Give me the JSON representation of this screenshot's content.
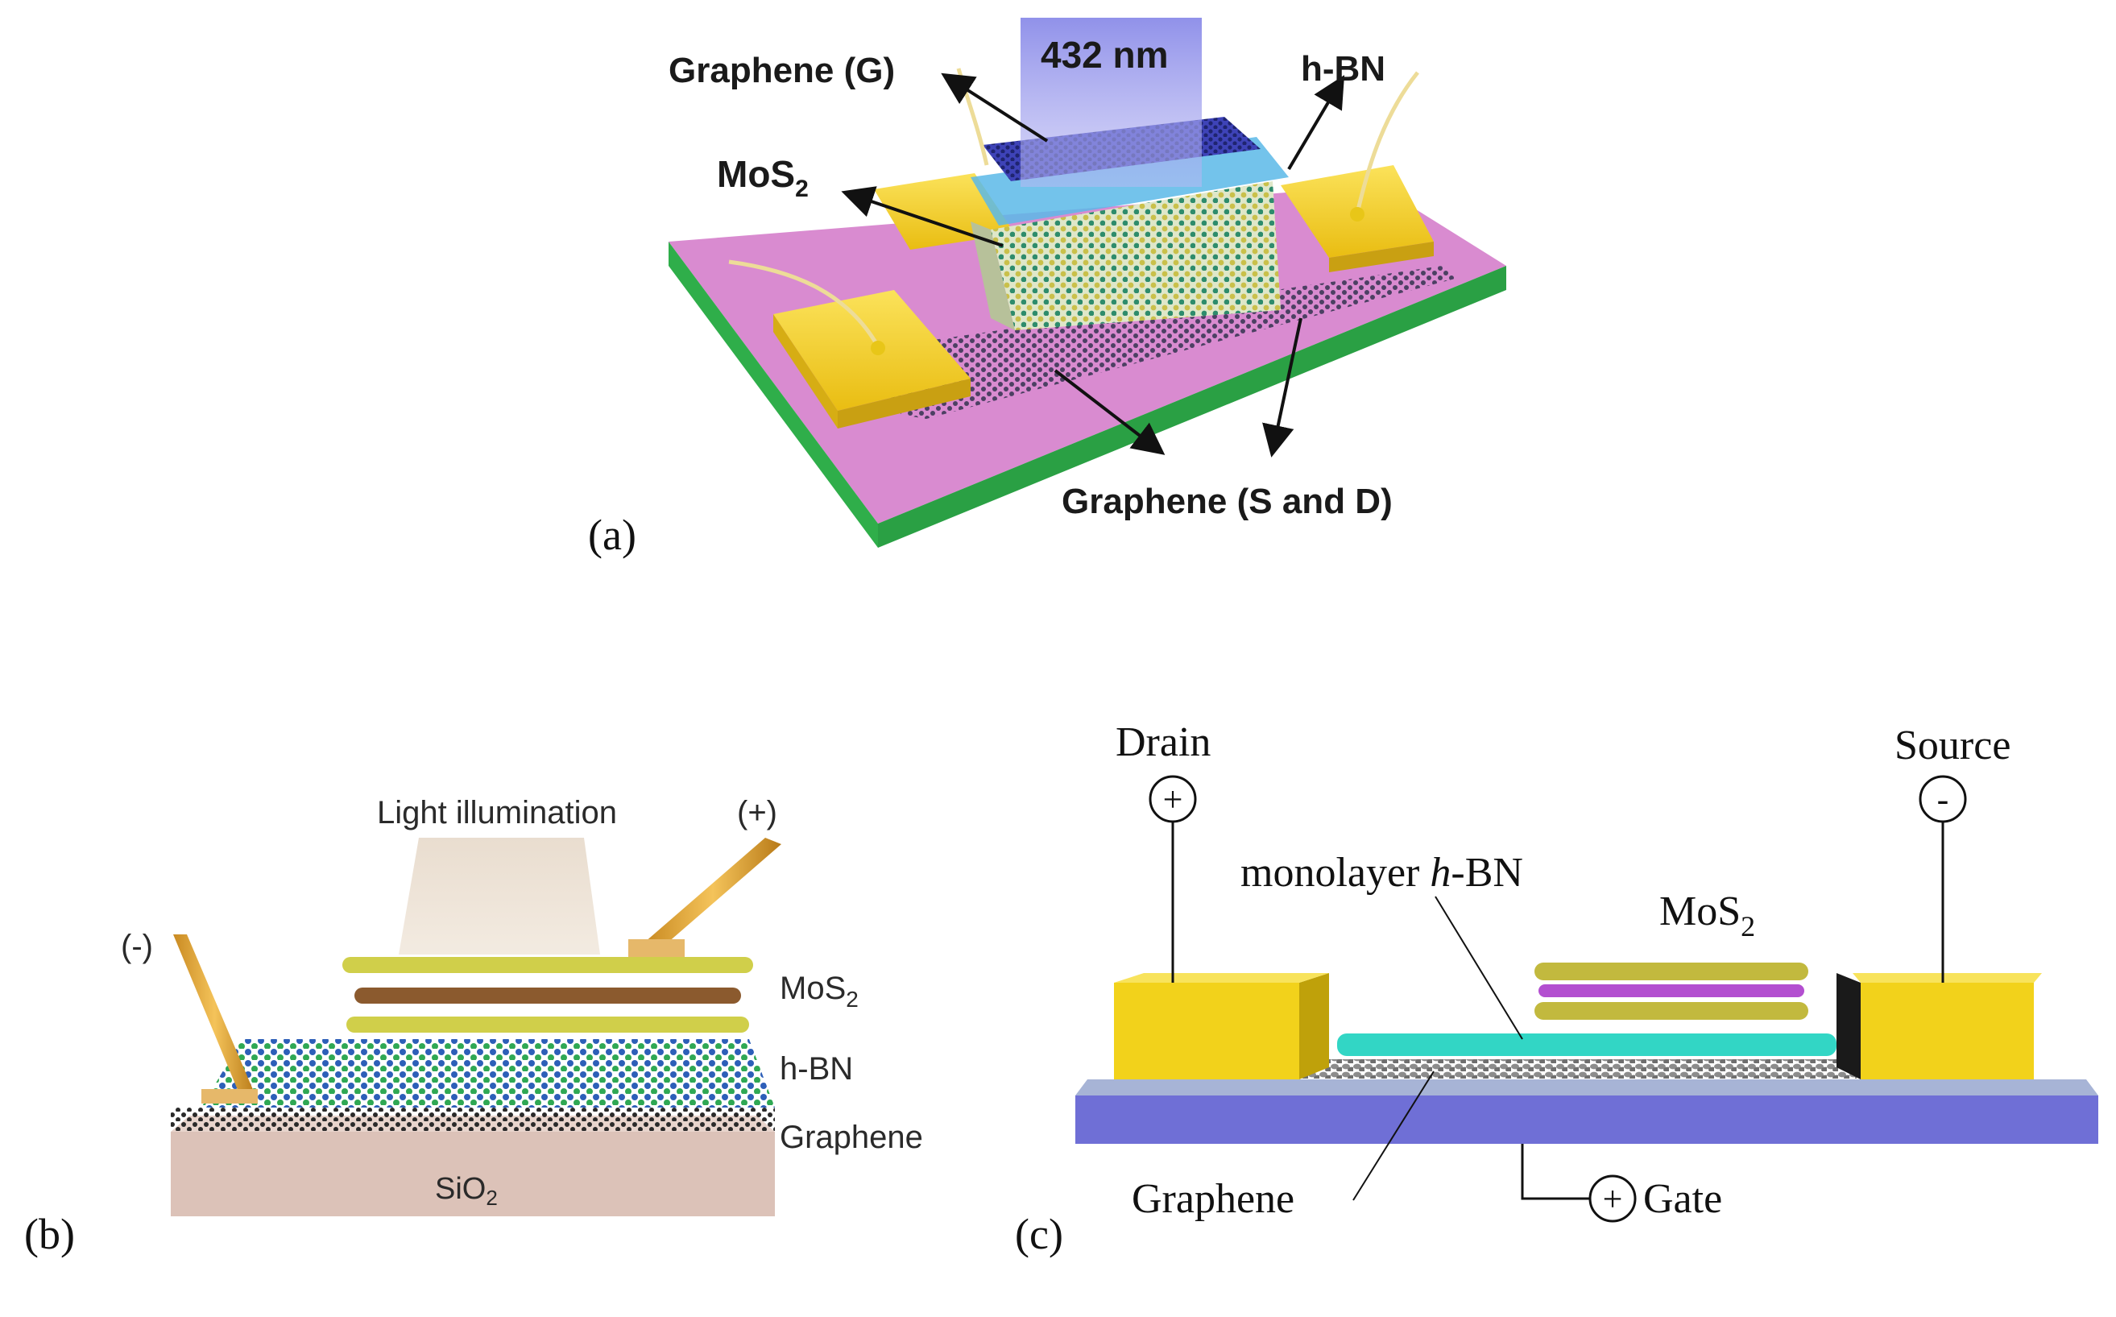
{
  "panel_a": {
    "panel_label": "(a)",
    "labels": {
      "graphene_gate": "Graphene (G)",
      "wavelength": "432 nm",
      "hbn": "h-BN",
      "mos2": "MoS",
      "mos2_sub": "2",
      "graphene_sd": "Graphene (S and D)"
    }
  },
  "panel_b": {
    "panel_label": "(b)",
    "labels": {
      "light": "Light illumination",
      "plus": "(+)",
      "minus": "(-)",
      "mos2": "MoS",
      "mos2_sub": "2",
      "hbn": "h-BN",
      "graphene": "Graphene",
      "sio2": "SiO",
      "sio2_sub": "2"
    }
  },
  "panel_c": {
    "panel_label": "(c)",
    "labels": {
      "drain": "Drain",
      "drain_sign": "+",
      "source": "Source",
      "source_sign": "-",
      "monolayer_prefix": "monolayer ",
      "monolayer_italic": "h",
      "monolayer_suffix": "-BN",
      "mos2": "MoS",
      "mos2_sub": "2",
      "graphene": "Graphene",
      "gate_sign": "+",
      "gate": "Gate"
    }
  },
  "colors": {
    "substrate_pink": "#d98bd0",
    "substrate_green": "#2fae4a",
    "gold": "#f2cc1f",
    "hbn_blue": "#5ab8e8",
    "sio2": "#dcc2b8",
    "gate_purple": "#6f6fd6",
    "light_beam": "#efe3d6"
  }
}
